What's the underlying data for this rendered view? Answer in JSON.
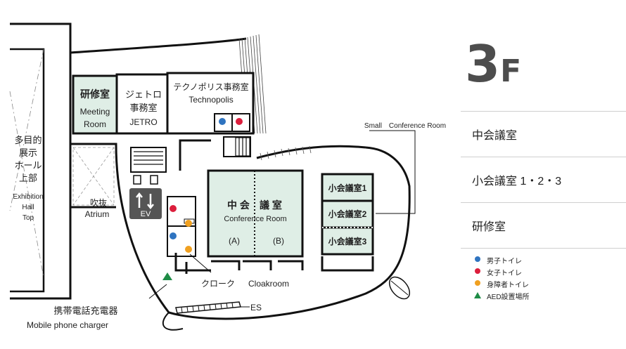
{
  "floor": {
    "number": "3",
    "suffix": "F"
  },
  "colors": {
    "room_fill": "#dfeee6",
    "male": "#2f74c0",
    "female": "#dc1e3c",
    "accessible": "#f0a020",
    "aed": "#1e8c46",
    "elevator": "#555555"
  },
  "sidebar": {
    "rooms": [
      "中会議室",
      "小会議室 1・2・3",
      "研修室"
    ],
    "legend": [
      {
        "icon": "male-toilet-dot",
        "label": "男子トイレ"
      },
      {
        "icon": "female-toilet-dot",
        "label": "女子トイレ"
      },
      {
        "icon": "accessible-toilet-dot",
        "label": "身障者トイレ"
      },
      {
        "icon": "aed-triangle",
        "label": "AED設置場所"
      }
    ]
  },
  "map": {
    "hall": {
      "l1": "多目的",
      "l2": "展示",
      "l3": "ホール",
      "l4": "上部",
      "e1": "Exhibition",
      "e2": "Hall",
      "e3": "Top"
    },
    "training": {
      "ja": "研修室",
      "en1": "Meeting",
      "en2": "Room"
    },
    "jetro": {
      "ja1": "ジェトロ",
      "ja2": "事務室",
      "en": "JETRO"
    },
    "techno": {
      "ja": "テクノポリス事務室",
      "en": "Technopolis"
    },
    "atrium": {
      "ja": "吹抜",
      "en": "Atrium"
    },
    "ev": "EV",
    "conference": {
      "ja1": "中 会",
      "ja2": "議 室",
      "en": "Conference Room",
      "a": "(A)",
      "b": "(B)"
    },
    "small_rooms": [
      "小会議室1",
      "小会議室2",
      "小会議室3"
    ],
    "small_label": "Small　Conference Room",
    "cloak": {
      "ja": "クローク",
      "en": "Cloakroom"
    },
    "es": "ES",
    "charger": {
      "ja": "携帯電話充電器",
      "en": "Mobile phone charger"
    }
  }
}
